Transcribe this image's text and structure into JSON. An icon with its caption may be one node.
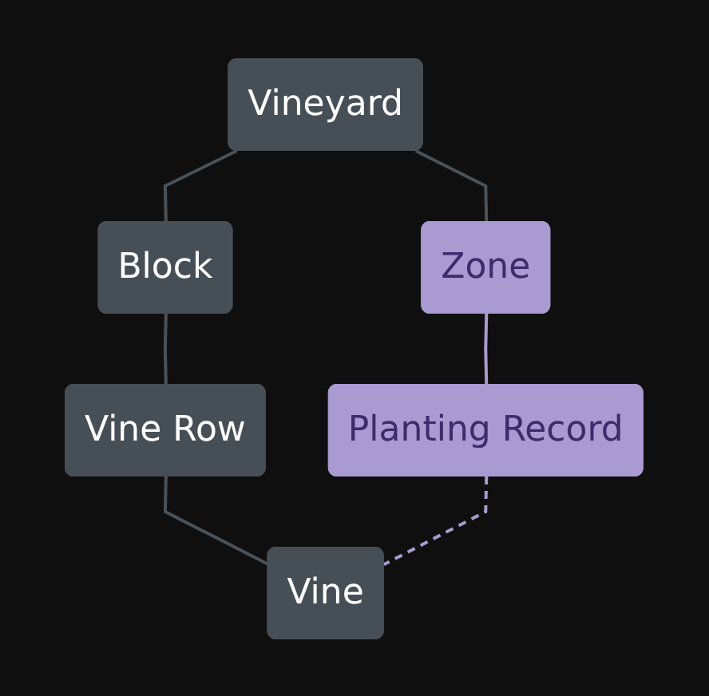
{
  "diagram": {
    "nodes": [
      {
        "text": [
          "Vineyard"
        ]
      },
      {
        "text": [
          "Block"
        ]
      },
      {
        "text": [
          "Vine Row"
        ]
      },
      {
        "text": [
          "Vine"
        ]
      },
      {
        "text": [
          "Zone"
        ]
      },
      {
        "text": [
          "Planting Record"
        ]
      }
    ],
    "edges": [
      {
        "from": 0,
        "to": 1,
        "arrow": "none"
      },
      {
        "from": 1,
        "to": 2,
        "arrow": "none"
      },
      {
        "from": 2,
        "to": 3,
        "arrow": "none"
      },
      {
        "from": 0,
        "to": 4,
        "arrow": "none"
      },
      {
        "from": 4,
        "to": 5,
        "arrow": "none",
        "color": "#a99ad1"
      },
      {
        "from": 5,
        "to": 3,
        "arrow": "none",
        "style": "dashed",
        "color": "#a99ad1"
      }
    ]
  }
}
